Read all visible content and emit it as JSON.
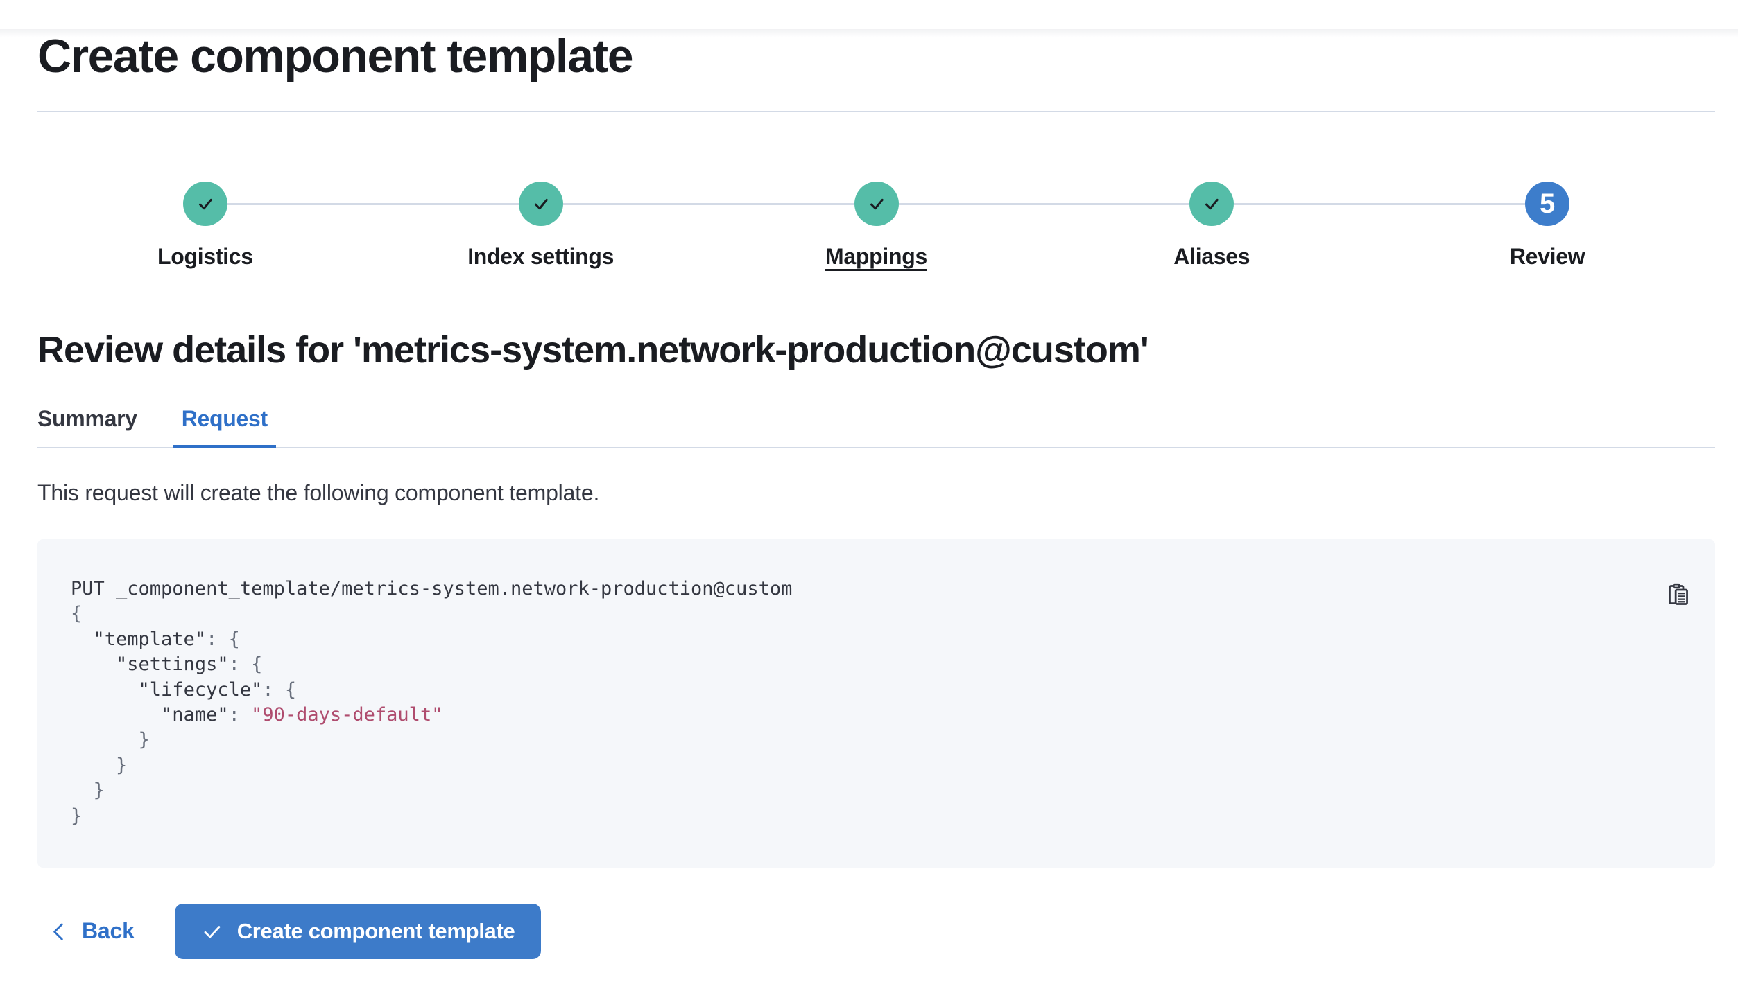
{
  "header": {
    "title": "Create component template"
  },
  "stepper": {
    "steps": [
      {
        "label": "Logistics",
        "status": "complete",
        "underlined": false
      },
      {
        "label": "Index settings",
        "status": "complete",
        "underlined": false
      },
      {
        "label": "Mappings",
        "status": "complete",
        "underlined": true
      },
      {
        "label": "Aliases",
        "status": "complete",
        "underlined": false
      },
      {
        "label": "Review",
        "status": "current",
        "number": "5",
        "underlined": false
      }
    ]
  },
  "review": {
    "heading": "Review details for 'metrics-system.network-production@custom'",
    "tabs": [
      {
        "label": "Summary",
        "active": false
      },
      {
        "label": "Request",
        "active": true
      }
    ],
    "description": "This request will create the following component template."
  },
  "code_block": {
    "copy_icon": "copy-clipboard-icon",
    "lines": [
      [
        {
          "text": "PUT _component_template/metrics-system.network-production@custom",
          "type": "plain"
        }
      ],
      [
        {
          "text": "{",
          "type": "punc"
        }
      ],
      [
        {
          "text": "  ",
          "type": "plain"
        },
        {
          "text": "\"template\"",
          "type": "key"
        },
        {
          "text": ": {",
          "type": "punc"
        }
      ],
      [
        {
          "text": "    ",
          "type": "plain"
        },
        {
          "text": "\"settings\"",
          "type": "key"
        },
        {
          "text": ": {",
          "type": "punc"
        }
      ],
      [
        {
          "text": "      ",
          "type": "plain"
        },
        {
          "text": "\"lifecycle\"",
          "type": "key"
        },
        {
          "text": ": {",
          "type": "punc"
        }
      ],
      [
        {
          "text": "        ",
          "type": "plain"
        },
        {
          "text": "\"name\"",
          "type": "key"
        },
        {
          "text": ": ",
          "type": "punc"
        },
        {
          "text": "\"90-days-default\"",
          "type": "str"
        }
      ],
      [
        {
          "text": "      }",
          "type": "punc"
        }
      ],
      [
        {
          "text": "    }",
          "type": "punc"
        }
      ],
      [
        {
          "text": "  }",
          "type": "punc"
        }
      ],
      [
        {
          "text": "}",
          "type": "punc"
        }
      ]
    ]
  },
  "footer": {
    "back_label": "Back",
    "submit_label": "Create component template"
  },
  "colors": {
    "accent_teal": "#55BDA8",
    "step_blue": "#3D7DCB",
    "primary_blue": "#2F70C8",
    "button_blue": "#3D7BC9",
    "string_rose": "#AF4C6E",
    "border_gray": "#D3DAE6",
    "text_dark": "#1A1C21",
    "code_bg": "#F5F7FA"
  }
}
